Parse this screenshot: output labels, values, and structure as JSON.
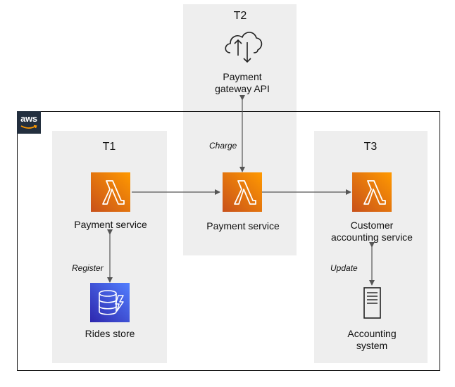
{
  "zones": {
    "t1": "T1",
    "t2": "T2",
    "t3": "T3"
  },
  "aws_logo": "aws",
  "nodes": {
    "payment_gateway": {
      "line1": "Payment",
      "line2": "gateway API"
    },
    "payment_service_t1": "Payment service",
    "payment_service_t2": "Payment service",
    "customer_accounting": {
      "line1": "Customer",
      "line2": "accounting service"
    },
    "rides_store": "Rides store",
    "accounting_system": {
      "line1": "Accounting",
      "line2": "system"
    }
  },
  "edges": {
    "charge": "Charge",
    "register": "Register",
    "update": "Update"
  },
  "colors": {
    "lambda_start": "#c8511b",
    "lambda_end": "#ff9900",
    "dynamo_start": "#2e27ad",
    "dynamo_end": "#527fff",
    "aws_logo_bg": "#232f3e",
    "zone_bg": "#eeeeee"
  },
  "icons": [
    "lambda-icon",
    "dynamodb-icon",
    "cloud-upload-download-icon",
    "server-icon",
    "aws-logo"
  ]
}
